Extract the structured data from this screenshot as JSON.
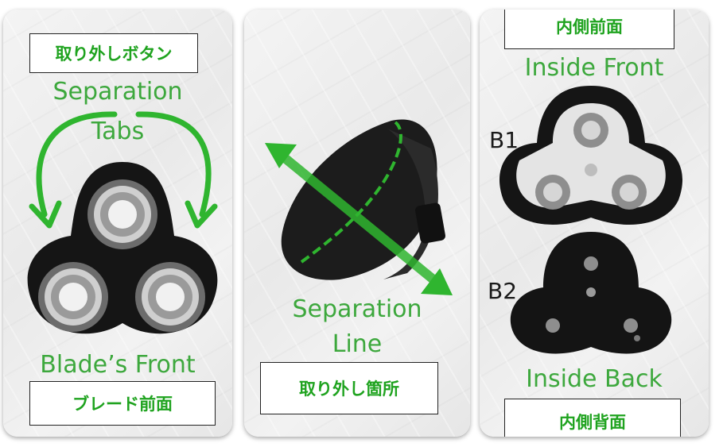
{
  "panels": [
    {
      "jp_label": "取り外しボタン",
      "en_label_line1": "Separation",
      "en_label_line2": "Tabs",
      "bottom_en": "Blade’s Front",
      "bottom_jp": "ブレード前面"
    },
    {
      "en_label_line1": "Separation",
      "en_label_line2": "Line",
      "bottom_jp": "取り外し箇所"
    },
    {
      "jp_label_top": "内側前面",
      "en_top": "Inside Front",
      "marker_b1": "B1",
      "marker_b2": "B2",
      "en_bottom": "Inside Back",
      "jp_label_bottom": "内側背面"
    }
  ],
  "colors": {
    "accent_green": "#3da83d",
    "jp_green": "#1fa31f",
    "arrow_green": "#2fb52f"
  }
}
